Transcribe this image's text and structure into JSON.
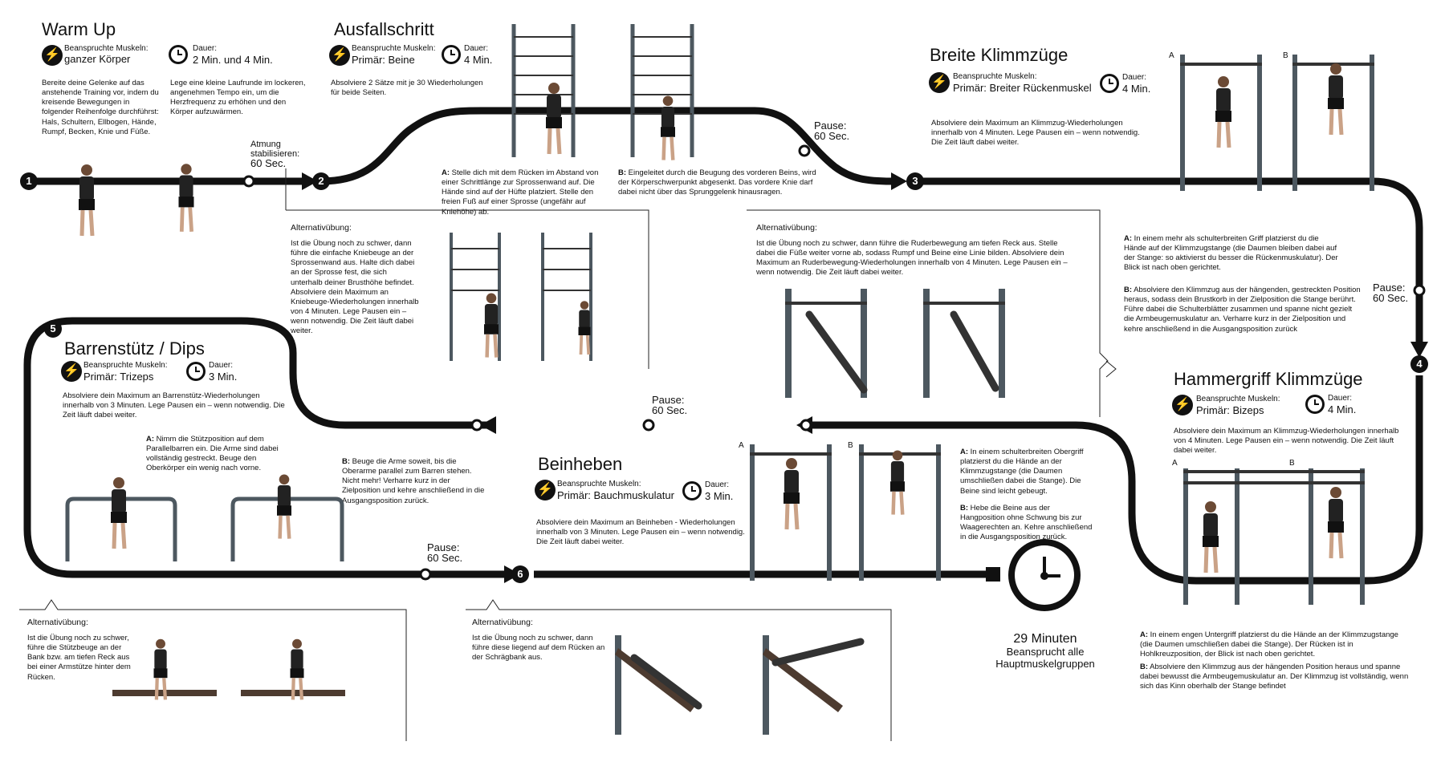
{
  "warmup": {
    "title": "Warm Up",
    "muscles_label": "Beanspruchte Muskeln:",
    "muscles": "ganzer Körper",
    "duration_label": "Dauer:",
    "duration": "2 Min. und 4 Min.",
    "text_left": "Bereite deine Gelenke auf das anstehende Training vor, indem du kreisende Bewegungen in folgender Reihenfolge durchführst: Hals, Schultern, Ellbogen, Hände, Rumpf, Becken, Knie und Füße.",
    "text_right": "Lege eine kleine Laufrunde im lockeren, angenehmen Tempo ein, um die Herzfrequenz zu erhöhen und den Körper aufzuwärmen."
  },
  "breath": {
    "line1": "Atmung",
    "line2": "stabilisieren:",
    "value": "60 Sec."
  },
  "ausfall": {
    "title": "Ausfallschritt",
    "muscles_label": "Beanspruchte Muskeln:",
    "muscles": "Primär: Beine",
    "duration_label": "Dauer:",
    "duration": "4 Min.",
    "text": "Absolviere 2 Sätze mit je 30 Wiederholungen für beide Seiten.",
    "a_label": "A:",
    "a_text": "Stelle dich mit dem Rücken im Abstand von einer Schrittlänge zur Sprossenwand auf. Die Hände sind auf der Hüfte platziert. Stelle den freien Fuß auf einer Sprosse (ungefähr auf Kniehöhe) ab.",
    "b_label": "B:",
    "b_text": "Eingeleitet durch die Beugung des vorderen Beins, wird der Körperschwerpunkt abgesenkt. Das vordere Knie darf dabei nicht über das Sprunggelenk hinausragen.",
    "alt_label": "Alternativübung:",
    "alt_text": "Ist die Übung noch zu schwer, dann führe die einfache Kniebeuge an der Sprossenwand aus. Halte dich dabei an der Sprosse fest, die sich unterhalb deiner Brusthöhe befindet. Absolviere dein Maximum an Kniebeuge-Wiederholungen innerhalb von 4 Minuten. Lege Pausen ein – wenn notwendig. Die Zeit läuft dabei weiter."
  },
  "pause1": {
    "label": "Pause:",
    "value": "60 Sec."
  },
  "klimm": {
    "title": "Breite Klimmzüge",
    "muscles_label": "Beanspruchte Muskeln:",
    "muscles": "Primär: Breiter Rückenmuskel",
    "duration_label": "Dauer:",
    "duration": "4 Min.",
    "text": "Absolviere dein Maximum an Klimmzug-Wiederholungen innerhalb von 4 Minuten. Lege Pausen ein – wenn notwendig. Die Zeit läuft dabei weiter.",
    "fig_a": "A",
    "fig_b": "B",
    "a_label": "A:",
    "a_text": "In einem mehr als schulterbreiten Griff platzierst du die Hände auf der Klimmzugstange (die Daumen bleiben dabei auf der Stange: so aktivierst du besser die Rückenmuskulatur). Der Blick ist nach oben gerichtet.",
    "b_label": "B:",
    "b_text": "Absolviere den Klimmzug aus der hängenden, gestreckten Position heraus, sodass dein Brustkorb in der Zielposition die Stange berührt. Führe dabei die Schulterblätter zusammen und spanne nicht gezielt die Armbeugemuskulatur an. Verharre kurz in der Zielposition und kehre anschließend in die Ausgangsposition zurück",
    "alt_label": "Alternativübung:",
    "alt_text": "Ist die Übung noch zu schwer, dann führe die Ruderbewegung am tiefen Reck aus. Stelle dabei die Füße weiter vorne ab, sodass Rumpf und Beine eine Linie bilden. Absolviere dein Maximum an Ruderbewegung-Wiederholungen innerhalb von 4 Minuten. Lege Pausen ein – wenn notwendig. Die Zeit läuft dabei weiter."
  },
  "pause2": {
    "label": "Pause:",
    "value": "60 Sec."
  },
  "hammer": {
    "title": "Hammergriff Klimmzüge",
    "muscles_label": "Beanspruchte Muskeln:",
    "muscles": "Primär: Bizeps",
    "duration_label": "Dauer:",
    "duration": "4 Min.",
    "text": "Absolviere dein Maximum an Klimmzug-Wiederholungen innerhalb von 4 Minuten. Lege Pausen ein – wenn notwendig. Die Zeit läuft dabei weiter.",
    "fig_a": "A",
    "fig_b": "B",
    "a_label": "A:",
    "a_text": "In einem engen Untergriff platzierst du die Hände an der Klimmzugstange (die Daumen umschließen dabei die Stange). Der Rücken ist in Hohlkreuzposition, der Blick ist nach oben gerichtet.",
    "b_label": "B:",
    "b_text": "Absolviere den Klimmzug aus der hängenden Position heraus und spanne dabei bewusst die Armbeugemuskulatur an. Der Klimmzug ist vollständig, wenn sich das Kinn oberhalb der Stange befindet"
  },
  "pause3": {
    "label": "Pause:",
    "value": "60 Sec."
  },
  "dips": {
    "title": "Barrenstütz / Dips",
    "muscles_label": "Beanspruchte Muskeln:",
    "muscles": "Primär: Trizeps",
    "duration_label": "Dauer:",
    "duration": "3 Min.",
    "text": "Absolviere dein Maximum an Barrenstütz-Wiederholungen innerhalb von 3 Minuten. Lege Pausen ein – wenn notwendig. Die Zeit läuft dabei weiter.",
    "a_label": "A:",
    "a_text": "Nimm die Stützposition auf dem Parallelbarren ein. Die Arme sind dabei vollständig gestreckt. Beuge den Oberkörper ein wenig nach vorne.",
    "b_label": "B:",
    "b_text": "Beuge die Arme soweit, bis die Oberarme parallel zum Barren stehen. Nicht mehr! Verharre kurz in der Zielposition und kehre anschließend in die Ausgangsposition zurück.",
    "alt_label": "Alternativübung:",
    "alt_text": "Ist die Übung noch zu schwer, führe die Stützbeuge an der Bank bzw. am tiefen Reck aus bei einer Armstütze hinter dem Rücken."
  },
  "pause4": {
    "label": "Pause:",
    "value": "60 Sec."
  },
  "bein": {
    "title": "Beinheben",
    "muscles_label": "Beanspruchte Muskeln:",
    "muscles": "Primär: Bauchmuskulatur",
    "duration_label": "Dauer:",
    "duration": "3 Min.",
    "text": "Absolviere dein Maximum an Beinheben - Wiederholungen innerhalb von 3 Minuten. Lege Pausen ein – wenn notwendig. Die Zeit läuft dabei weiter.",
    "fig_a": "A",
    "fig_b": "B",
    "a_label": "A:",
    "a_text": "In einem schulterbreiten Obergriff platzierst du die Hände an der Klimmzugstange (die Daumen umschließen dabei die Stange). Die Beine sind leicht gebeugt.",
    "b_label": "B:",
    "b_text": "Hebe die Beine aus der Hangposition ohne Schwung bis zur Waagerechten an. Kehre anschließend in die Ausgangsposition zurück.",
    "alt_label": "Alternativübung:",
    "alt_text": "Ist die Übung noch zu schwer, dann führe diese liegend auf dem Rücken an der Schrägbank aus."
  },
  "steps": [
    "1",
    "2",
    "3",
    "4",
    "5",
    "6"
  ],
  "icons": {
    "muscle": "lightning-bolt-icon",
    "duration": "clock-icon"
  },
  "total": {
    "line1": "29 Minuten",
    "line2": "Beansprucht alle",
    "line3": "Hauptmuskelgruppen"
  }
}
